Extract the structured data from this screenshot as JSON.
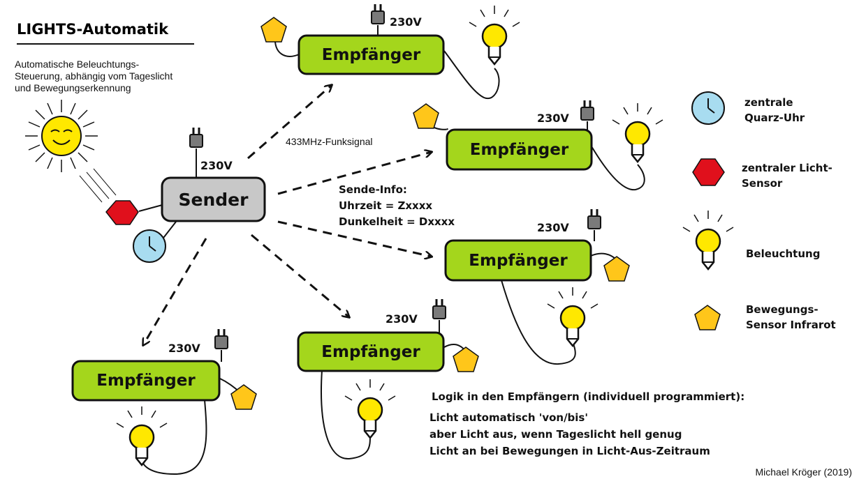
{
  "title": "LIGHTS-Automatik",
  "description": "Automatische Beleuchtungs-\nSteuerung, abhängig vom Tageslicht\nund Bewegungserkennung",
  "sender_label": "Sender",
  "receiver_label": "Empfänger",
  "voltage": "230V",
  "signal_label": "433MHz-Funksignal",
  "send_info": {
    "heading": "Sende-Info:",
    "time": "Uhrzeit = Zxxxx",
    "darkness": "Dunkelheit = Dxxxx"
  },
  "legend": {
    "clock": "zentrale\nQuarz-Uhr",
    "light_sensor": "zentraler Licht-\nSensor",
    "lighting": "Beleuchtung",
    "motion_sensor": "Bewegungs-\nSensor Infrarot"
  },
  "logic": {
    "heading": "Logik in den Empfängern (individuell programmiert):",
    "line1": "Licht automatisch 'von/bis'",
    "line2": "aber Licht aus, wenn Tageslicht hell genug",
    "line3": "Licht an bei Bewegungen in Licht-Aus-Zeitraum"
  },
  "author": "Michael Kröger (2019)",
  "colors": {
    "receiver_fill": "#a4d61c",
    "sender_fill": "#c8c8c8",
    "bulb": "#ffe800",
    "motion_sensor": "#ffc61a",
    "light_sensor": "#e0101c",
    "clock": "#a8dcf0",
    "sun": "#ffe800",
    "plug": "#7a7a7a"
  }
}
